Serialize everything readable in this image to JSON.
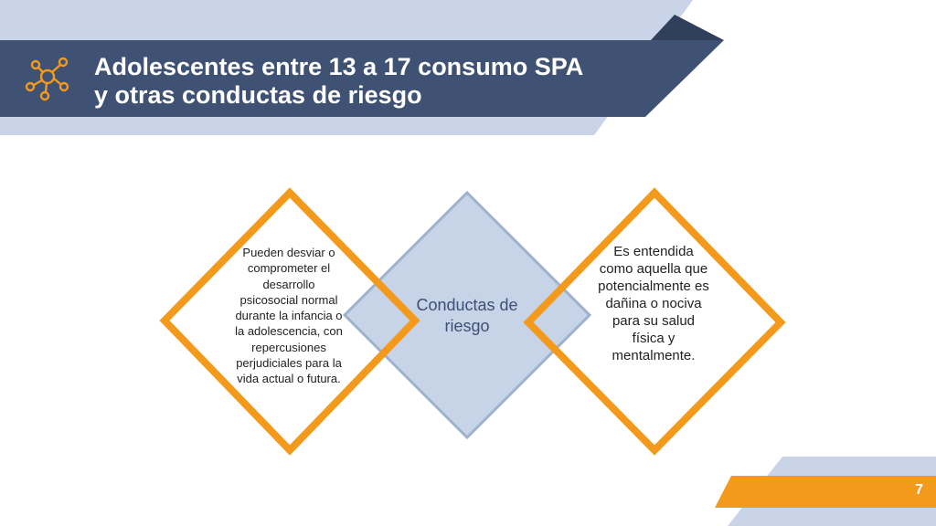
{
  "header": {
    "title_line1": "Adolescentes entre 13 a 17 consumo SPA",
    "title_line2": "y otras conductas de riesgo",
    "icon": "network-nodes-icon"
  },
  "diagram": {
    "left_text": "Pueden desviar o comprometer el desarrollo psicosocial normal durante la infancia o la adolescencia, con repercusiones perjudiciales para la vida actual o futura.",
    "center_label": "Conductas de riesgo",
    "right_text": "Es entendida como aquella que potencialmente es dañina o nociva para su salud física y mentalmente."
  },
  "footer": {
    "page_number": "7"
  },
  "colors": {
    "navy": "#3f5274",
    "light_blue": "#c9d4e8",
    "orange": "#f39a1d",
    "center_fill": "#c7d3e7",
    "center_stroke": "#9eb1ce"
  }
}
